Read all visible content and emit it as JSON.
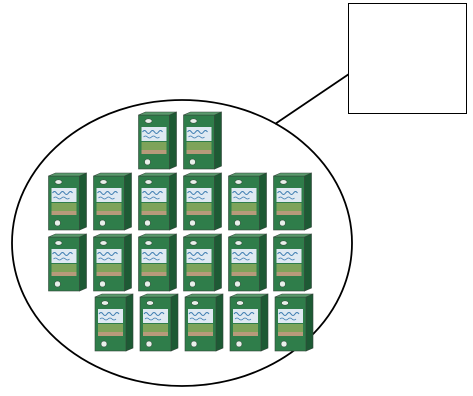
{
  "diagram": {
    "answer_box": {
      "text": ""
    },
    "group": {
      "item_name": "juice-carton",
      "rows": [
        2,
        6,
        6,
        5
      ],
      "total_items": 19
    },
    "colors": {
      "outline": "#000000",
      "carton_green": "#2f7d4a",
      "carton_dark": "#1d5a34",
      "carton_light": "#dfe9f2",
      "carton_field": "#7ea35a",
      "carton_band": "#b79a7a"
    }
  }
}
